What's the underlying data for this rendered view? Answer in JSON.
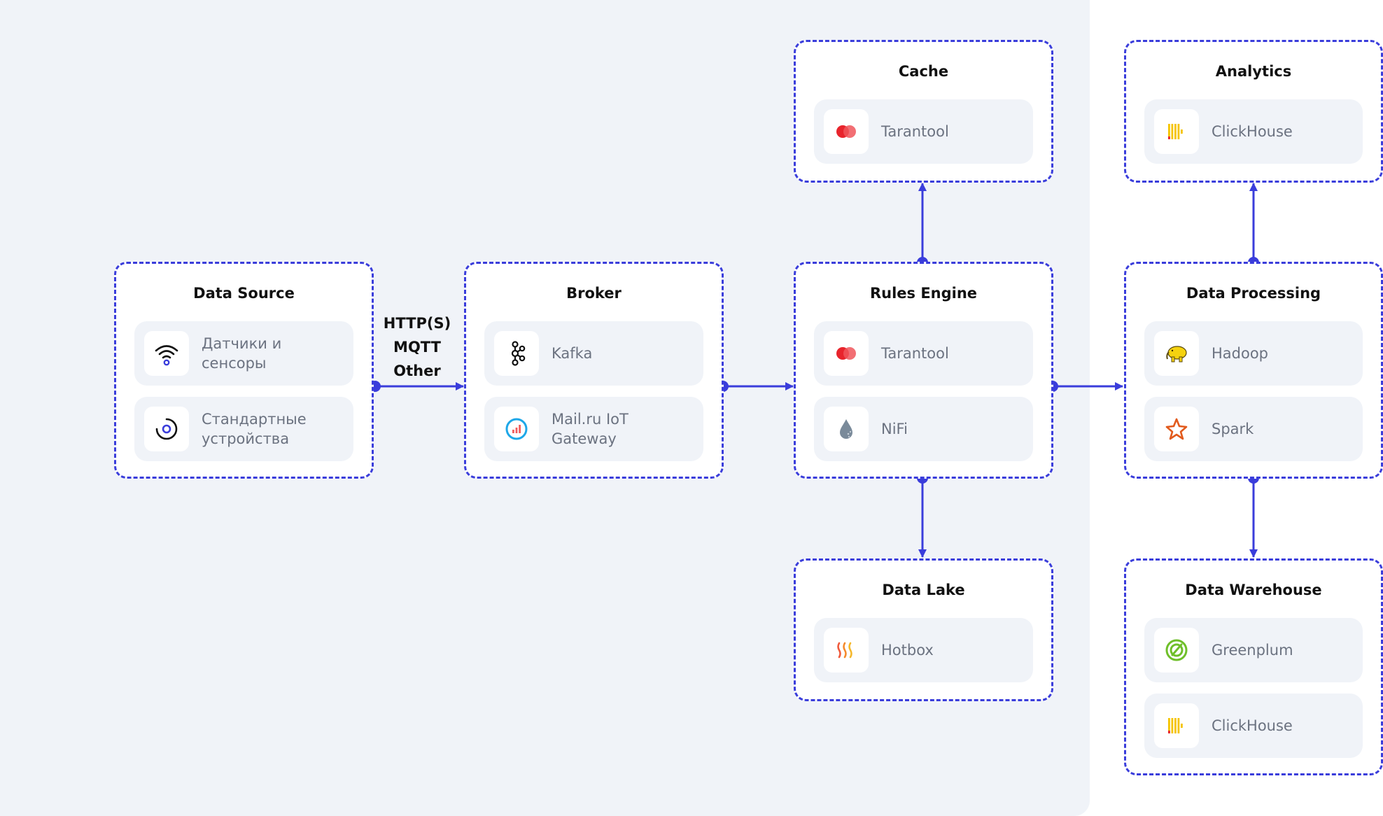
{
  "data_source": {
    "title": "Data Source",
    "items": [
      {
        "label": "Датчики и сенсоры",
        "icon": "wifi-sensor-icon"
      },
      {
        "label": "Стандартные устройства",
        "icon": "device-ring-icon"
      }
    ]
  },
  "protocols": [
    "HTTP(S)",
    "MQTT",
    "Other"
  ],
  "broker": {
    "title": "Broker",
    "items": [
      {
        "label": "Kafka",
        "icon": "kafka-icon"
      },
      {
        "label": "Mail.ru IoT Gateway",
        "icon": "iot-gateway-icon"
      }
    ]
  },
  "cache": {
    "title": "Cache",
    "items": [
      {
        "label": "Tarantool",
        "icon": "tarantool-icon"
      }
    ]
  },
  "rules_engine": {
    "title": "Rules Engine",
    "items": [
      {
        "label": "Tarantool",
        "icon": "tarantool-icon"
      },
      {
        "label": "NiFi",
        "icon": "nifi-icon"
      }
    ]
  },
  "data_lake": {
    "title": "Data Lake",
    "items": [
      {
        "label": "Hotbox",
        "icon": "hotbox-icon"
      }
    ]
  },
  "analytics": {
    "title": "Analytics",
    "items": [
      {
        "label": "ClickHouse",
        "icon": "clickhouse-icon"
      }
    ]
  },
  "data_processing": {
    "title": "Data Processing",
    "items": [
      {
        "label": "Hadoop",
        "icon": "hadoop-elephant-icon"
      },
      {
        "label": "Spark",
        "icon": "spark-star-icon"
      }
    ]
  },
  "data_warehouse": {
    "title": "Data Warehouse",
    "items": [
      {
        "label": "Greenplum",
        "icon": "greenplum-icon"
      },
      {
        "label": "ClickHouse",
        "icon": "clickhouse-icon"
      }
    ]
  },
  "colors": {
    "accent": "#3a3ddb",
    "panel_background": "#f0f3f8",
    "item_text": "#6b7280",
    "title_text": "#111111"
  }
}
